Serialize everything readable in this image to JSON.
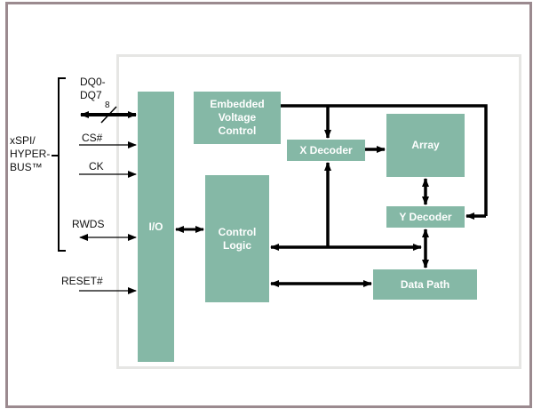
{
  "bus_label": [
    "xSPI/",
    "HYPER-",
    "BUS™"
  ],
  "signals": {
    "dq": [
      "DQ0-",
      "DQ7"
    ],
    "dq_width": "8",
    "cs": "CS#",
    "ck": "CK",
    "rwds": "RWDS",
    "reset": "RESET#"
  },
  "blocks": {
    "io": "I/O",
    "embedded": [
      "Embedded",
      "Voltage",
      "Control"
    ],
    "x_decoder": "X Decoder",
    "array": "Array",
    "y_decoder": "Y Decoder",
    "control": [
      "Control",
      "Logic"
    ],
    "data_path": "Data Path"
  },
  "colors": {
    "block": "#85b8a6",
    "frame": "#9b8a8f",
    "inner_frame": "#e6e6e4"
  }
}
